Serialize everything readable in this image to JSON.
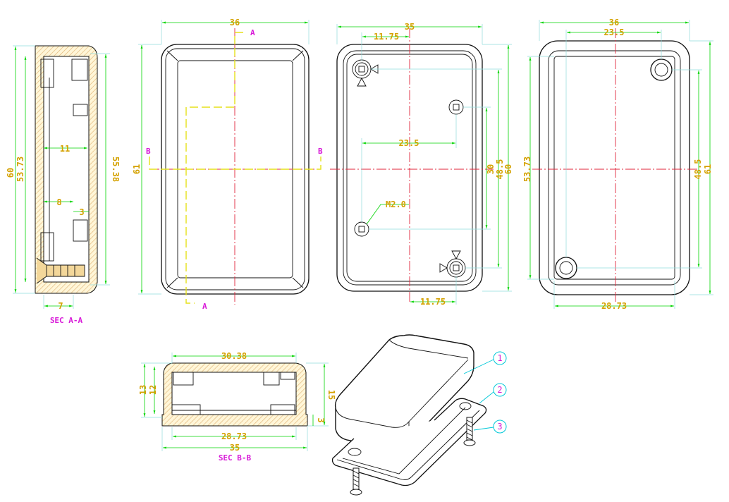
{
  "views": {
    "section_aa": {
      "label": "SEC A-A",
      "dims": {
        "overall_height": "60",
        "inner_height": "53.73",
        "rib_span": "55.38",
        "depth_11": "11",
        "depth_8": "8",
        "wall_3": "3",
        "base_7": "7"
      }
    },
    "top_view": {
      "dims": {
        "width": "36",
        "height": "61"
      },
      "section_marks": {
        "a_top": "A",
        "a_bottom": "A",
        "b_left": "B",
        "b_right": "B"
      }
    },
    "inside_view": {
      "dims": {
        "width": "35",
        "boss_offset_top": "11.75",
        "boss_spacing": "23.5",
        "thread": "M2.0",
        "boss_offset_bottom": "11.75",
        "vert_30": "30",
        "vert_48_5": "48.5",
        "height": "60"
      }
    },
    "bottom_view": {
      "dims": {
        "width": "36",
        "hole_spacing": "23.5",
        "inner_height": "53.73",
        "hole_vertical": "48.5",
        "height": "61",
        "inner_width": "28.73"
      }
    },
    "section_bb": {
      "label": "SEC B-B",
      "dims": {
        "top_width": "30.38",
        "inner_width": "28.73",
        "width": "35",
        "h13": "13",
        "h12": "12",
        "h15": "15",
        "h3": "3"
      }
    },
    "exploded": {
      "balloons": [
        "1",
        "2",
        "3"
      ]
    }
  },
  "colors": {
    "outline": "#111111",
    "dimension": "#00d400",
    "dimension_text": "#d4a100",
    "center_line": "#e0243a",
    "section_line": "#e5e11a",
    "section_text": "#d81ad8",
    "balloon": "#00c8d8"
  }
}
